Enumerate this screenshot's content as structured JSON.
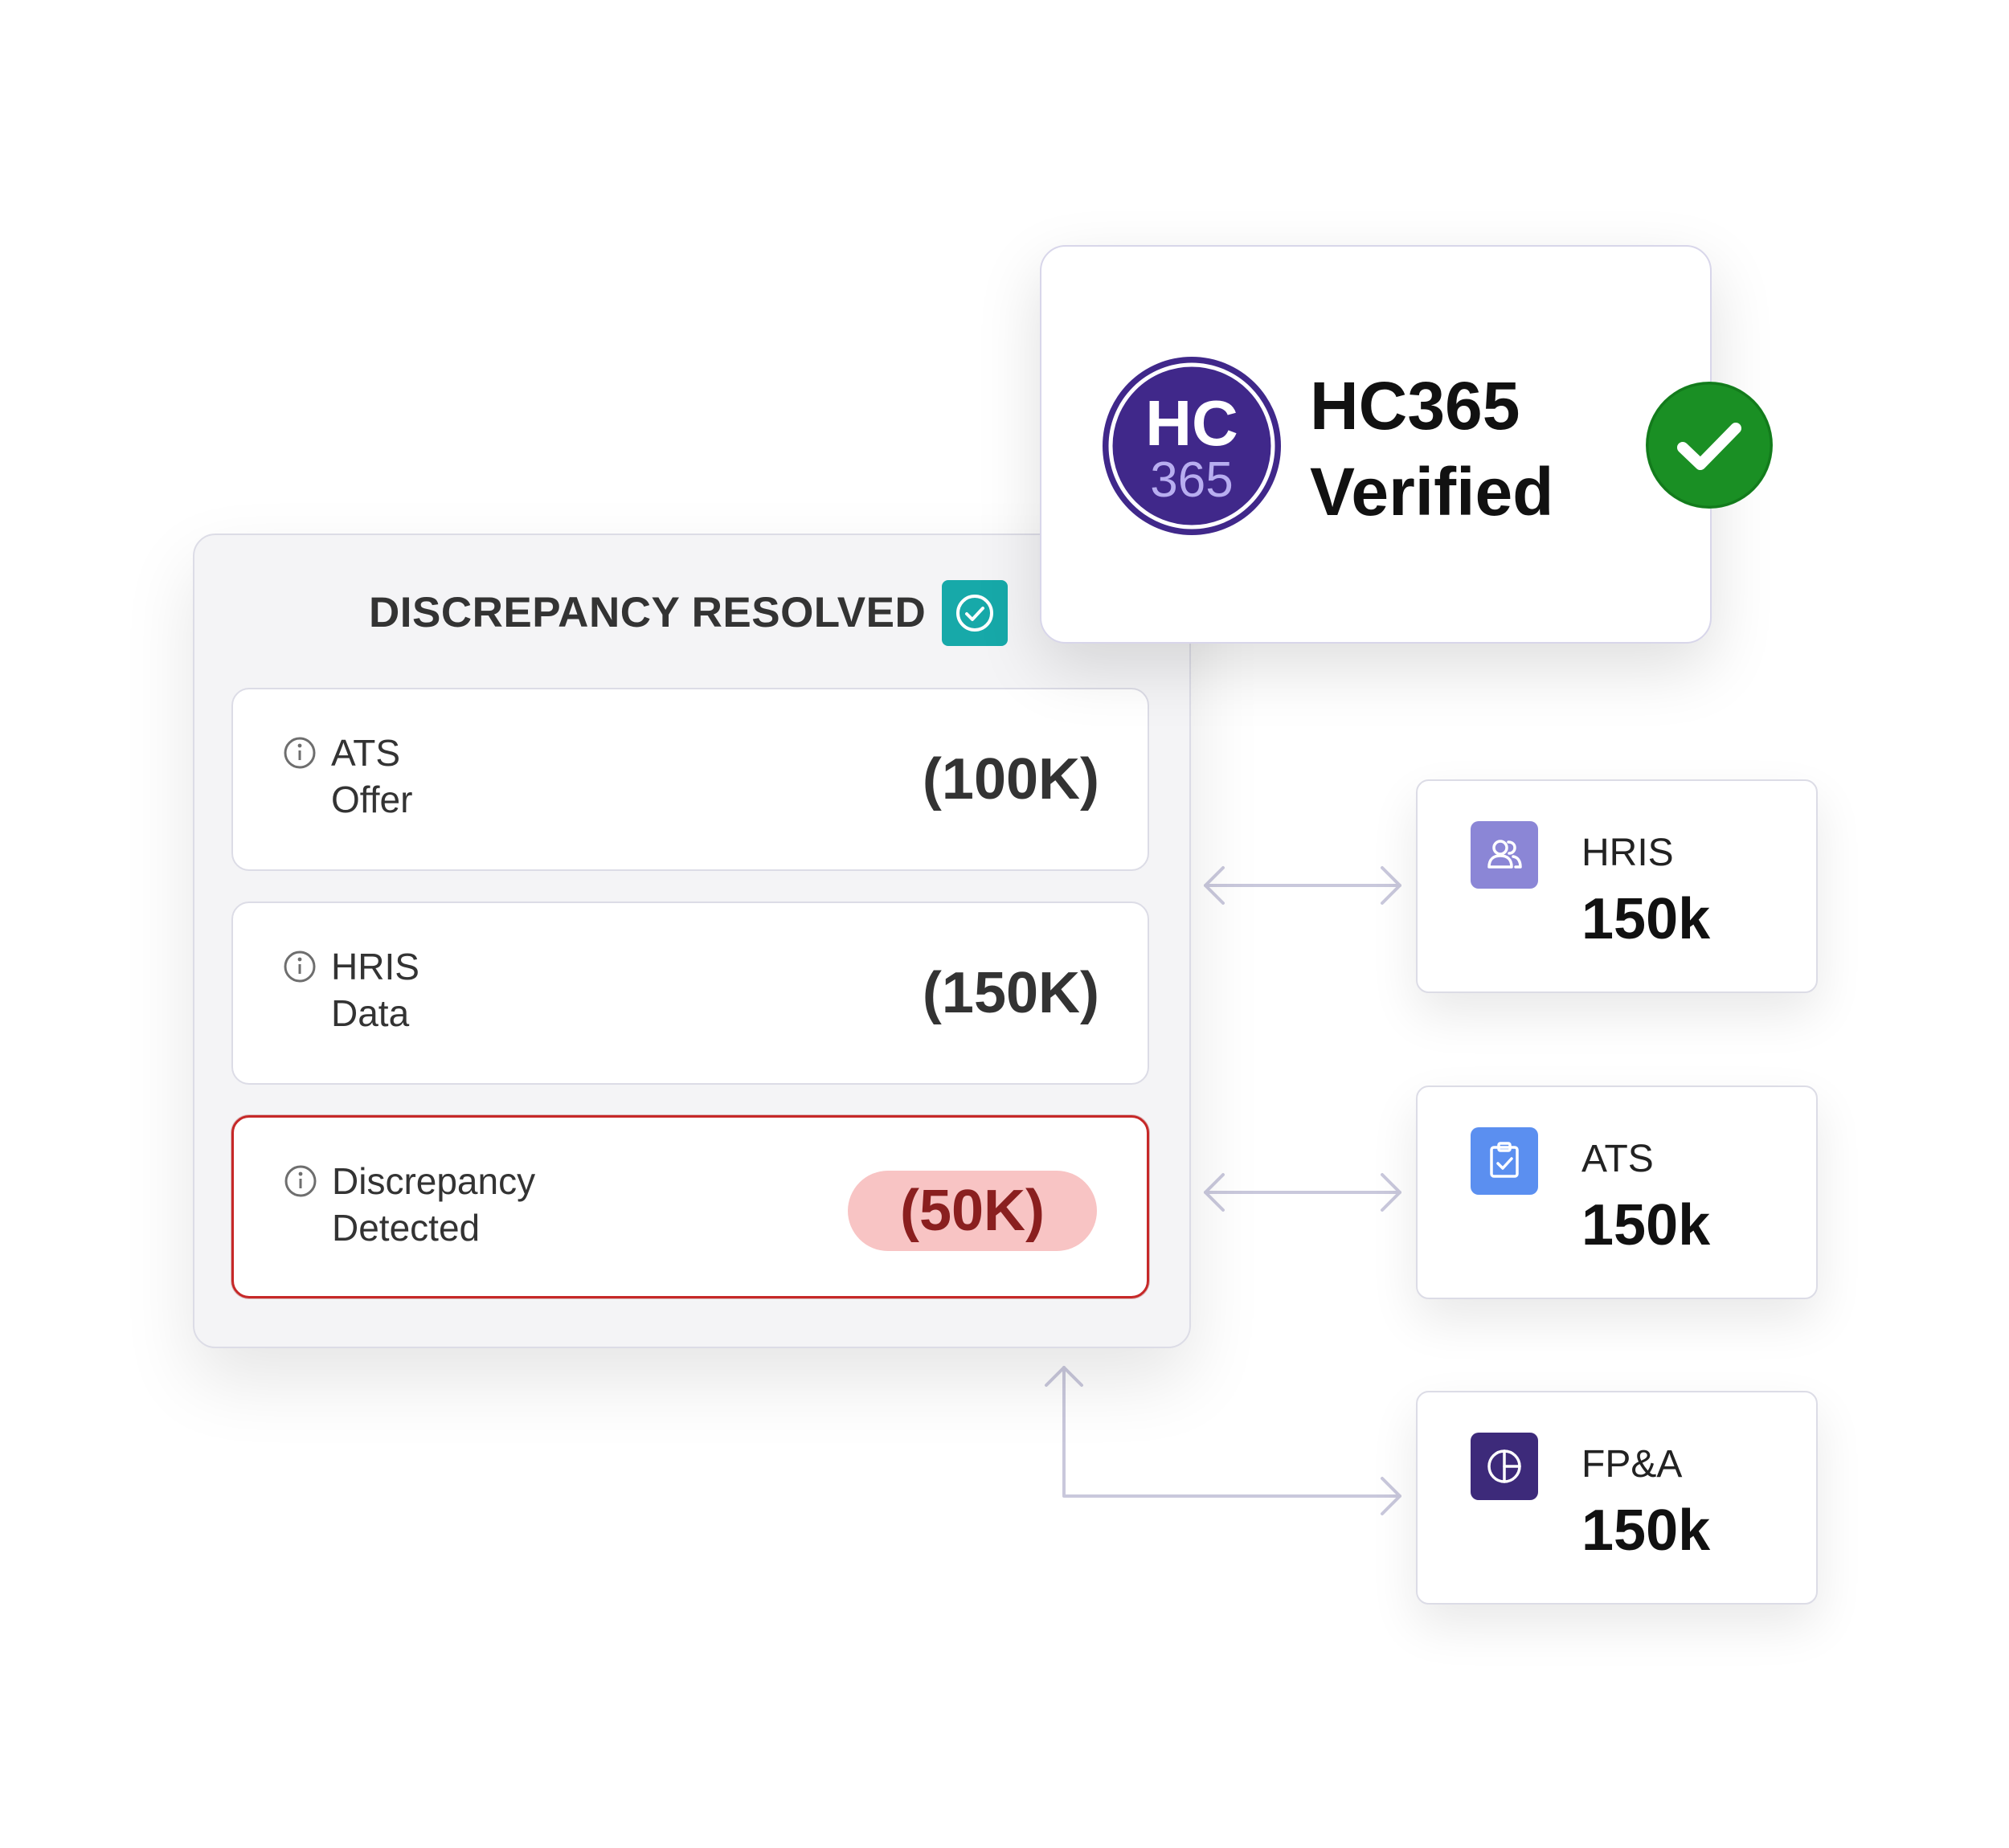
{
  "discrepancy_panel": {
    "title": "DISCREPANCY RESOLVED",
    "rows": [
      {
        "label_line1": "ATS",
        "label_line2": "Offer",
        "value": "(100K)"
      },
      {
        "label_line1": "HRIS",
        "label_line2": "Data",
        "value": "(150K)"
      },
      {
        "label_line1": "Discrepancy",
        "label_line2": "Detected",
        "value": "(50K)"
      }
    ]
  },
  "verified_card": {
    "logo_text_top": "HC",
    "logo_text_bottom": "365",
    "title_line1": "HC365",
    "title_line2": "Verified"
  },
  "source_cards": [
    {
      "label": "HRIS",
      "value": "150k",
      "icon": "users-icon",
      "color": "#8b86d6"
    },
    {
      "label": "ATS",
      "value": "150k",
      "icon": "clipboard-check-icon",
      "color": "#5b8ff0"
    },
    {
      "label": "FP&A",
      "value": "150k",
      "icon": "pie-chart-icon",
      "color": "#3d2a7a"
    }
  ],
  "colors": {
    "teal_check": "#17a9a9",
    "verified_green": "#1a8f24",
    "logo_purple": "#40288a",
    "discrepancy_red": "#c62828",
    "pill_bg": "#f8c4c4"
  }
}
